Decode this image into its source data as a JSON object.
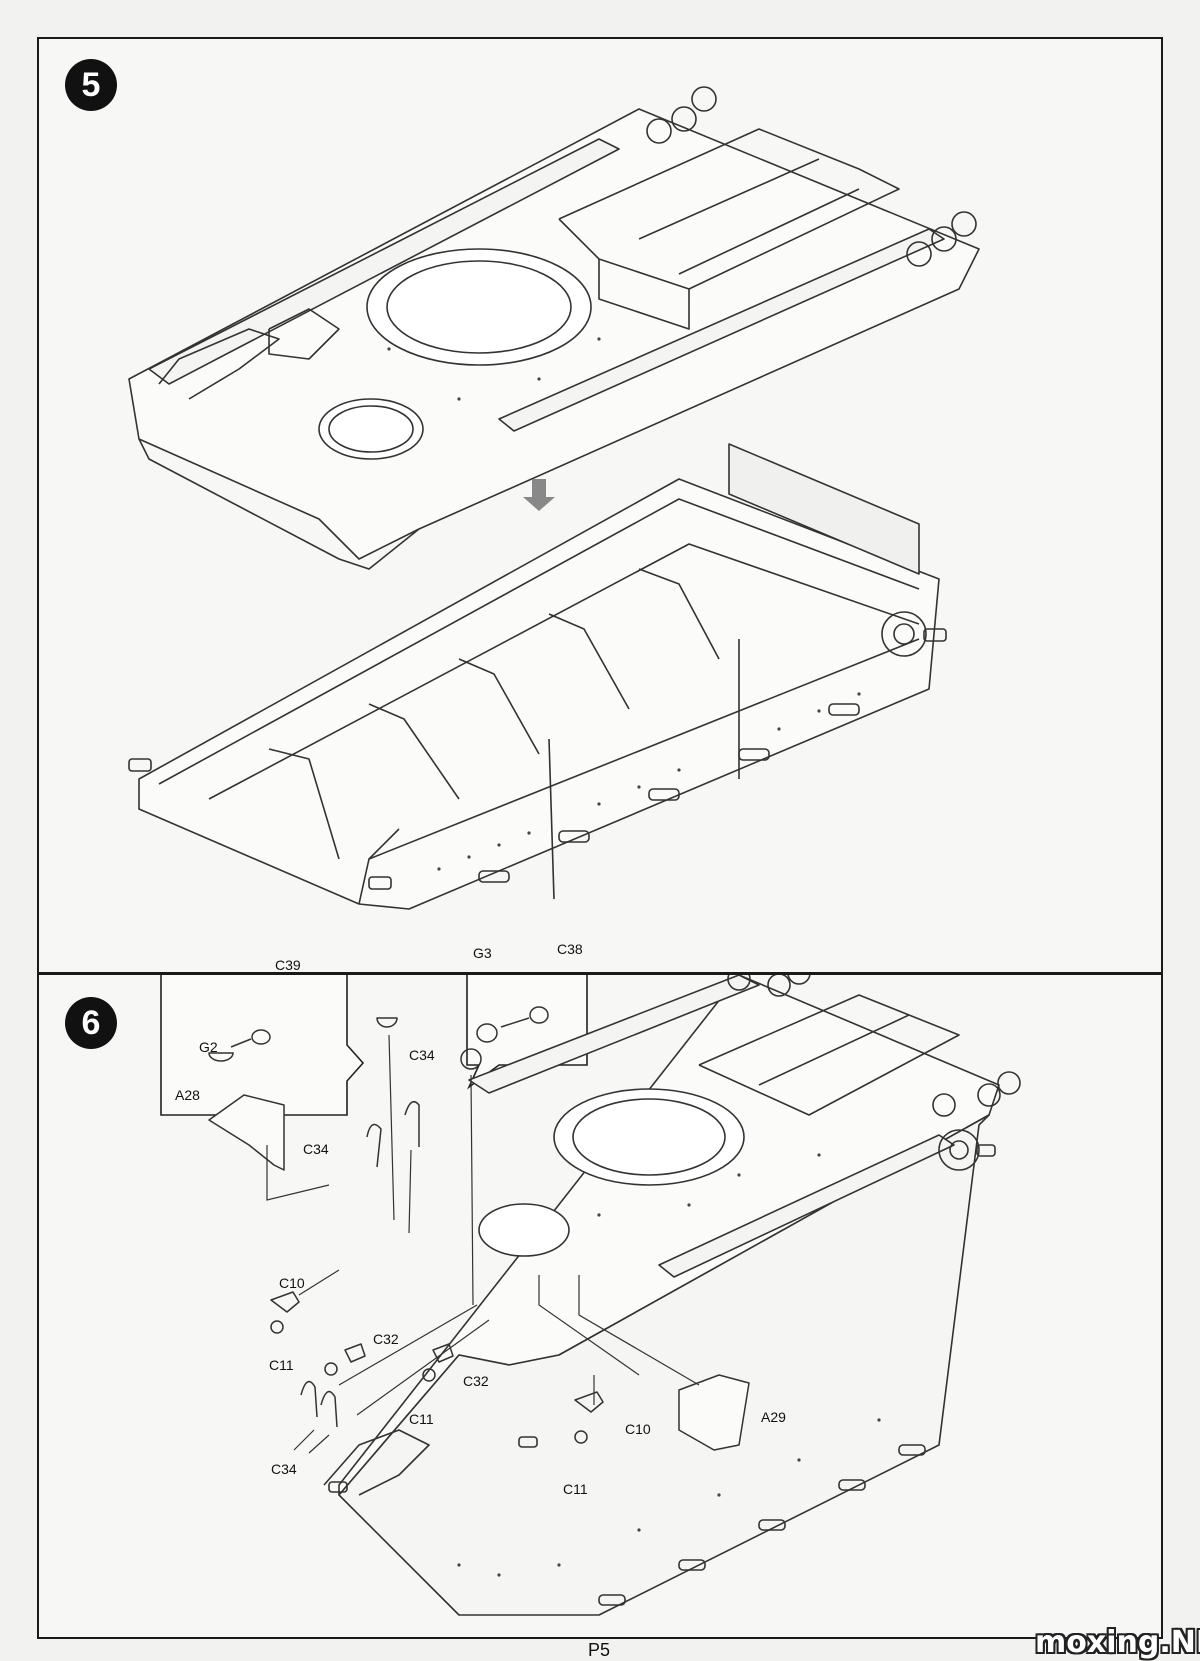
{
  "page": {
    "number": "P5",
    "watermark": "moxing.NET"
  },
  "step5": {
    "number": "5"
  },
  "step6": {
    "number": "6",
    "callout_left": {
      "parts": [
        "C39",
        "G2"
      ]
    },
    "callout_right": {
      "parts": [
        "G3",
        "C38"
      ]
    },
    "labels": {
      "c34_top": "C34",
      "a28": "A28",
      "c34_left": "C34",
      "c10_left": "C10",
      "c32_left": "C32",
      "c11_left": "C11",
      "c32_mid": "C32",
      "c11_mid": "C11",
      "c34_bottom": "C34",
      "a29": "A29",
      "c10_right": "C10",
      "c11_right": "C11"
    }
  }
}
